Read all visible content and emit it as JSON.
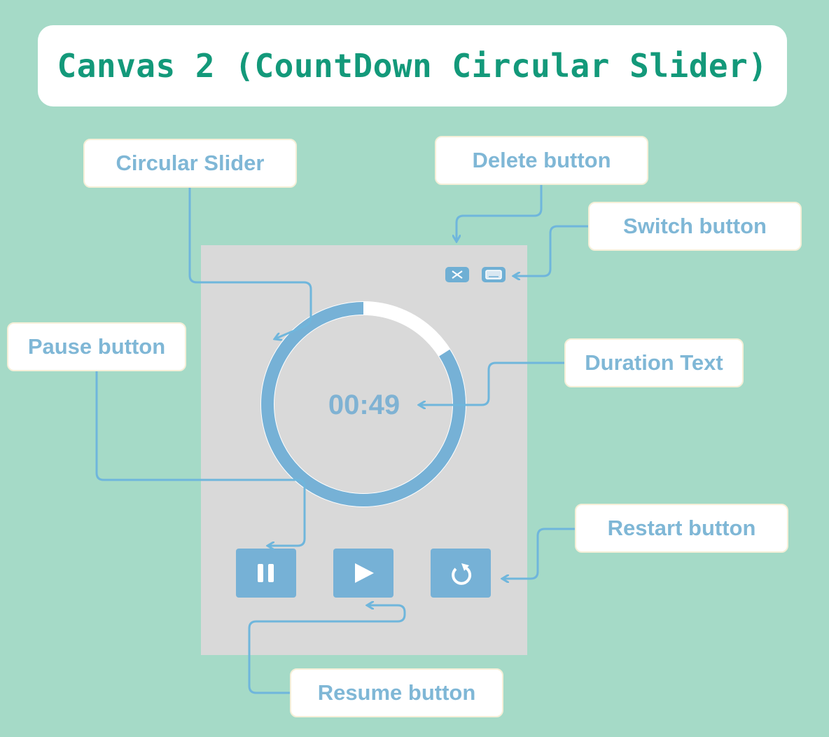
{
  "title": "Canvas 2 (CountDown Circular Slider)",
  "callouts": {
    "circular_slider": "Circular Slider",
    "delete_button": "Delete button",
    "switch_button": "Switch button",
    "pause_button": "Pause button",
    "duration_text": "Duration Text",
    "restart_button": "Restart button",
    "resume_button": "Resume button"
  },
  "timer": {
    "duration_text": "00:49",
    "progress_fraction": 0.84
  },
  "icons": {
    "delete": "close-icon",
    "switch": "window-icon",
    "pause": "pause-icon",
    "resume": "play-icon",
    "restart": "restart-icon"
  },
  "colors": {
    "background": "#a5dac7",
    "title_text": "#13997a",
    "accent": "#76b1d6",
    "callout_text": "#7fb7d6",
    "panel": "#d9d9d9"
  }
}
